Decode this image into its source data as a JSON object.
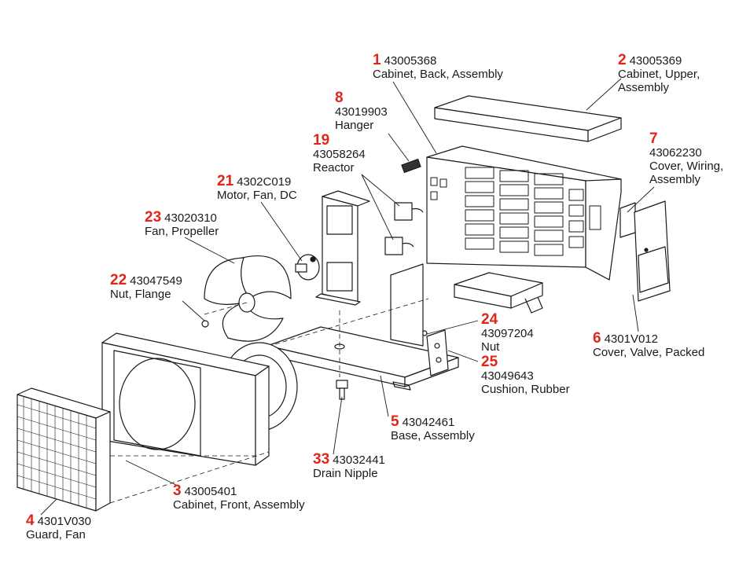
{
  "parts": [
    {
      "id": "p1",
      "number": "1",
      "part_no": "43005368",
      "description": "Cabinet, Back, Assembly"
    },
    {
      "id": "p2",
      "number": "2",
      "part_no": "43005369",
      "description": "Cabinet, Upper,\nAssembly"
    },
    {
      "id": "p8",
      "number": "8",
      "part_no": "43019903",
      "description": "Hanger"
    },
    {
      "id": "p19",
      "number": "19",
      "part_no": "43058264",
      "description": "Reactor"
    },
    {
      "id": "p7",
      "number": "7",
      "part_no": "43062230",
      "description": "Cover, Wiring,\nAssembly"
    },
    {
      "id": "p21",
      "number": "21",
      "part_no": "4302C019",
      "description": "Motor, Fan, DC"
    },
    {
      "id": "p23",
      "number": "23",
      "part_no": "43020310",
      "description": "Fan, Propeller"
    },
    {
      "id": "p22",
      "number": "22",
      "part_no": "43047549",
      "description": "Nut, Flange"
    },
    {
      "id": "p24",
      "number": "24",
      "part_no": "43097204",
      "description": "Nut"
    },
    {
      "id": "p25",
      "number": "25",
      "part_no": "43049643",
      "description": "Cushion, Rubber"
    },
    {
      "id": "p6",
      "number": "6",
      "part_no": "4301V012",
      "description": "Cover, Valve, Packed"
    },
    {
      "id": "p5",
      "number": "5",
      "part_no": "43042461",
      "description": "Base, Assembly"
    },
    {
      "id": "p33",
      "number": "33",
      "part_no": "43032441",
      "description": "Drain Nipple"
    },
    {
      "id": "p3",
      "number": "3",
      "part_no": "43005401",
      "description": "Cabinet, Front, Assembly"
    },
    {
      "id": "p4",
      "number": "4",
      "part_no": "4301V030",
      "description": "Guard, Fan"
    }
  ],
  "colors": {
    "callout_number": "#e0261b",
    "line_art": "#1a1a1a"
  }
}
